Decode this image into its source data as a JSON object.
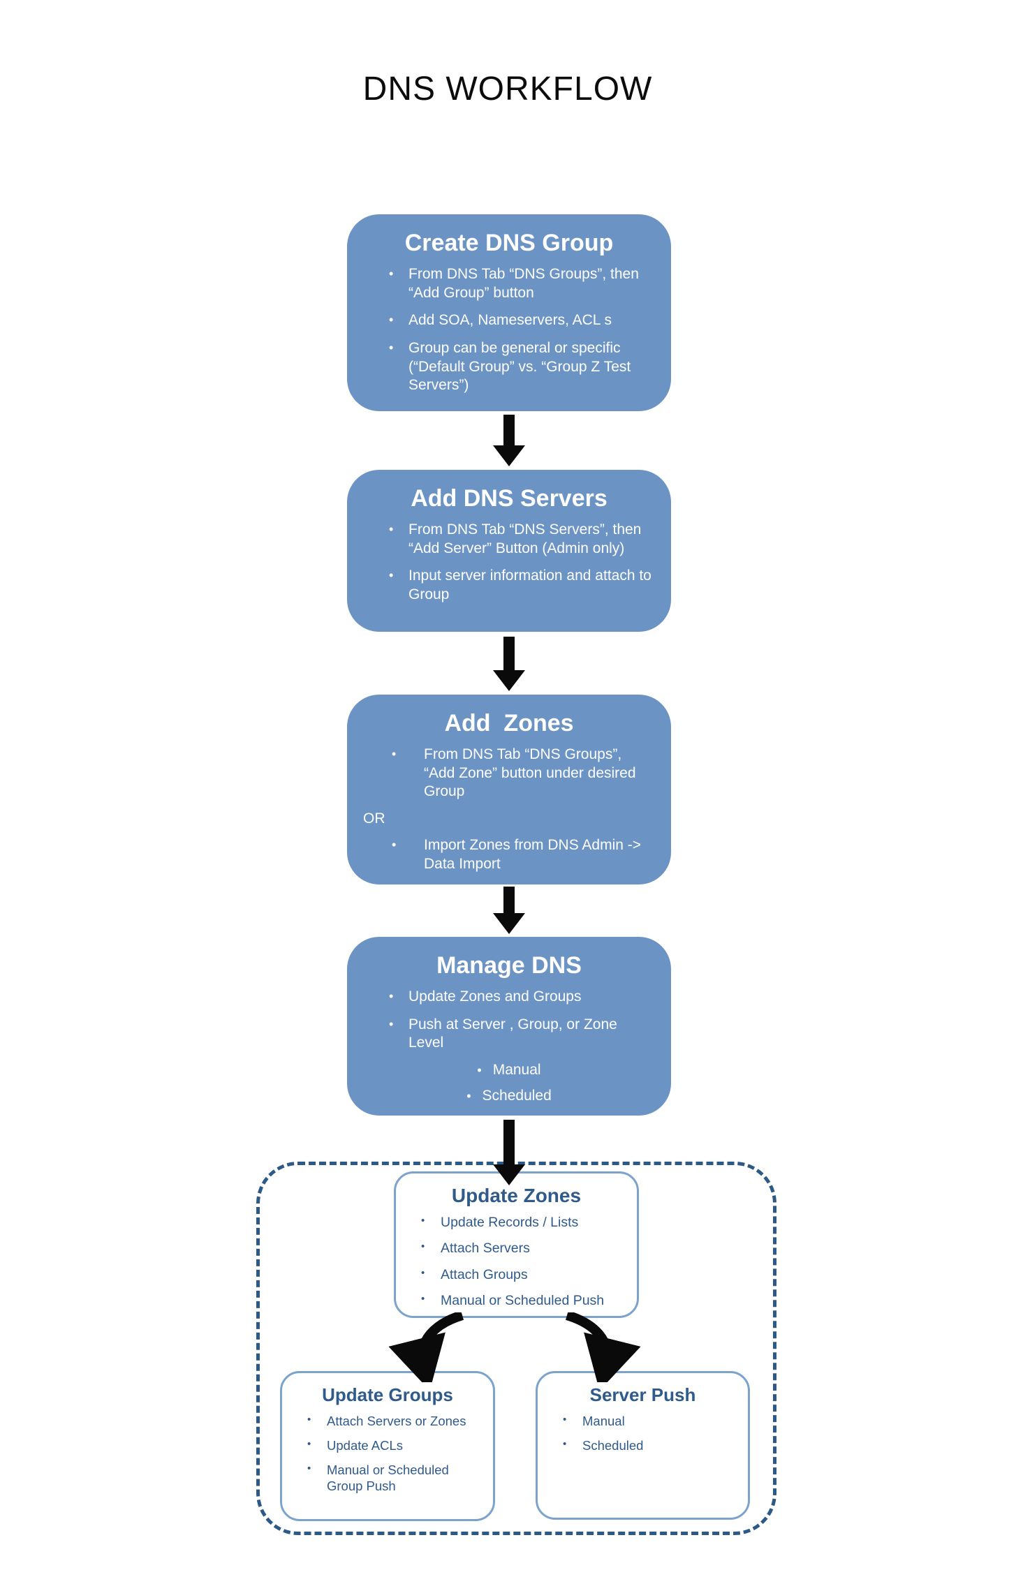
{
  "title": "DNS WORKFLOW",
  "colors": {
    "box_fill": "#6b94c5",
    "dark_blue_text": "#2f5a8c",
    "detail_border": "#7ba3cc",
    "dashed_border": "#2d5986",
    "arrow": "#0a0a0a",
    "title_text": "#0c0c0c"
  },
  "flow_boxes": {
    "create_group": {
      "heading": "Create DNS Group",
      "bullets": [
        "From DNS Tab “DNS Groups”, then “Add Group” button",
        "Add SOA, Nameservers, ACL s",
        "Group can be general or specific (“Default Group” vs. “Group Z Test Servers”)"
      ]
    },
    "add_servers": {
      "heading": "Add DNS Servers",
      "bullets": [
        "From DNS Tab “DNS Servers”, then “Add Server” Button (Admin only)",
        "Input server information and attach to Group"
      ]
    },
    "add_zones": {
      "heading": "Add  Zones",
      "bullet_1": "From DNS Tab “DNS Groups”, “Add Zone” button under desired Group",
      "or_label": "OR",
      "bullet_2": "Import Zones from DNS Admin -> Data Import"
    },
    "manage_dns": {
      "heading": "Manage DNS",
      "bullets": [
        "Update Zones and Groups",
        "Push at Server , Group, or Zone Level"
      ],
      "sub_bullets": [
        "Manual",
        "Scheduled"
      ]
    }
  },
  "detail_boxes": {
    "update_zones": {
      "heading": "Update Zones",
      "bullets": [
        "Update Records / Lists",
        "Attach Servers",
        "Attach Groups",
        "Manual or Scheduled Push"
      ]
    },
    "update_groups": {
      "heading": "Update Groups",
      "bullets": [
        "Attach Servers or Zones",
        "Update ACLs",
        "Manual or Scheduled Group Push"
      ]
    },
    "server_push": {
      "heading": "Server Push",
      "bullets": [
        "Manual",
        "Scheduled"
      ]
    }
  }
}
